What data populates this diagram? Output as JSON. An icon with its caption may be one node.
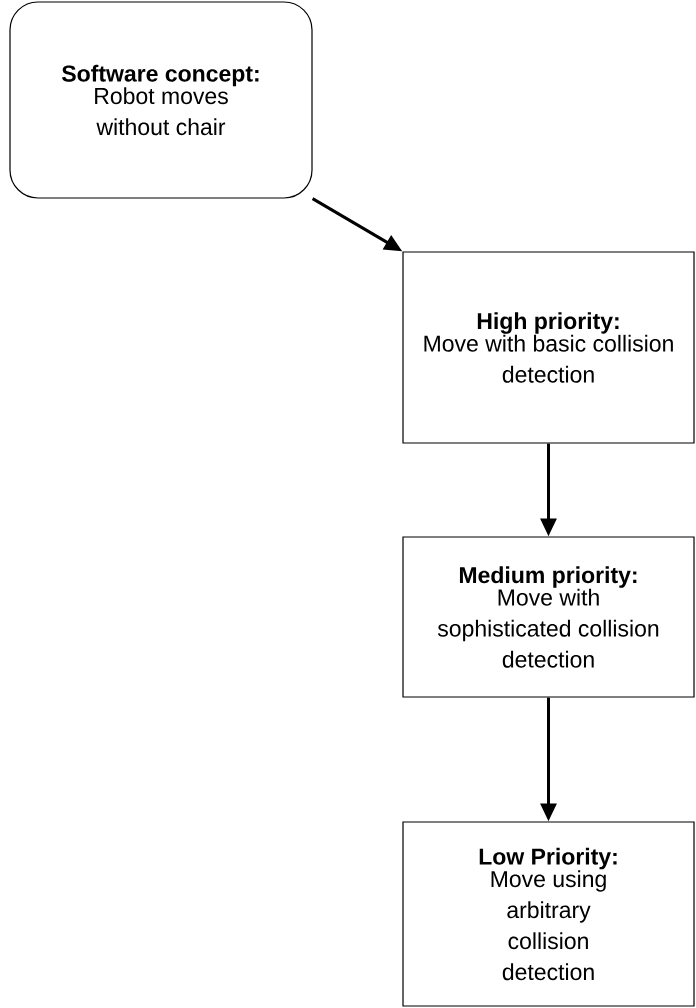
{
  "diagram": {
    "nodes": [
      {
        "text": [
          "Software concept:",
          "Robot moves without chair"
        ]
      },
      {
        "text": [
          "High priority:",
          "Move with basic collision detection"
        ]
      },
      {
        "text": [
          "Medium priority:",
          "Move with sophisticated collision detection"
        ]
      },
      {
        "text": [
          "Low Priority:",
          "Move using arbitrary collision detection"
        ]
      }
    ],
    "edges": [
      {
        "from": 0,
        "to": 1,
        "arrow": "to"
      },
      {
        "from": 1,
        "to": 2,
        "arrow": "to"
      },
      {
        "from": 2,
        "to": 3,
        "arrow": "to"
      }
    ]
  }
}
